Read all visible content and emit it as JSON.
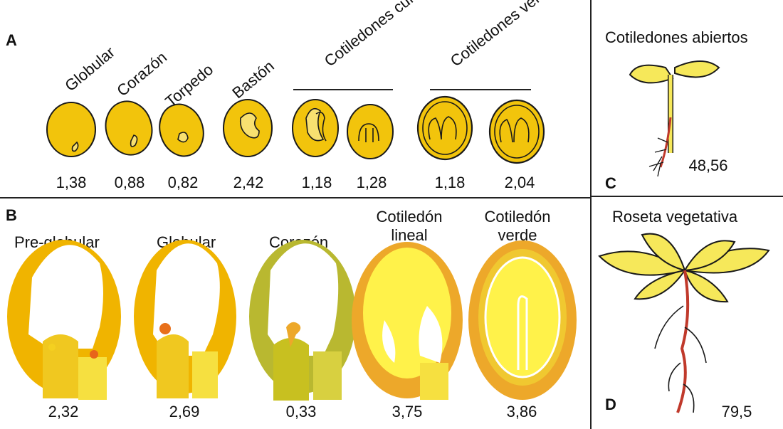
{
  "panels": {
    "a": "A",
    "b": "B",
    "c": "C",
    "d": "D"
  },
  "seed_stages": [
    {
      "label": "Globular",
      "value": "1,38"
    },
    {
      "label": "Corazón",
      "value": "0,88"
    },
    {
      "label": "Torpedo",
      "value": "0,82"
    },
    {
      "label": "Bastón",
      "value": "2,42"
    },
    {
      "value": "1,18"
    },
    {
      "value": "1,28"
    },
    {
      "value": "1,18"
    },
    {
      "value": "2,04"
    }
  ],
  "groups": {
    "curved": "Cotiledones curvos",
    "green": "Cotiledones verdes"
  },
  "section_stages": [
    {
      "label": "Pre-globular",
      "value": "2,32"
    },
    {
      "label": "Globular",
      "value": "2,69"
    },
    {
      "label": "Corazón",
      "value": "0,33"
    },
    {
      "label_line1": "Cotiledón",
      "label_line2": "lineal",
      "value": "3,75"
    },
    {
      "label_line1": "Cotiledón",
      "label_line2": "verde",
      "value": "3,86"
    }
  ],
  "seedling": {
    "label": "Cotiledones abiertos",
    "value": "48,56"
  },
  "rosette": {
    "label": "Roseta vegetativa",
    "value": "79,5"
  },
  "colors": {
    "seed": "#f2c40c",
    "seed_edge": "#c99a00",
    "coat": "#f0b400",
    "coat_green": "#b9b830",
    "coat_orange": "#eda82a",
    "inner": "#fff04a",
    "root_red": "#c0392b",
    "leaf": "#f6e85a"
  }
}
